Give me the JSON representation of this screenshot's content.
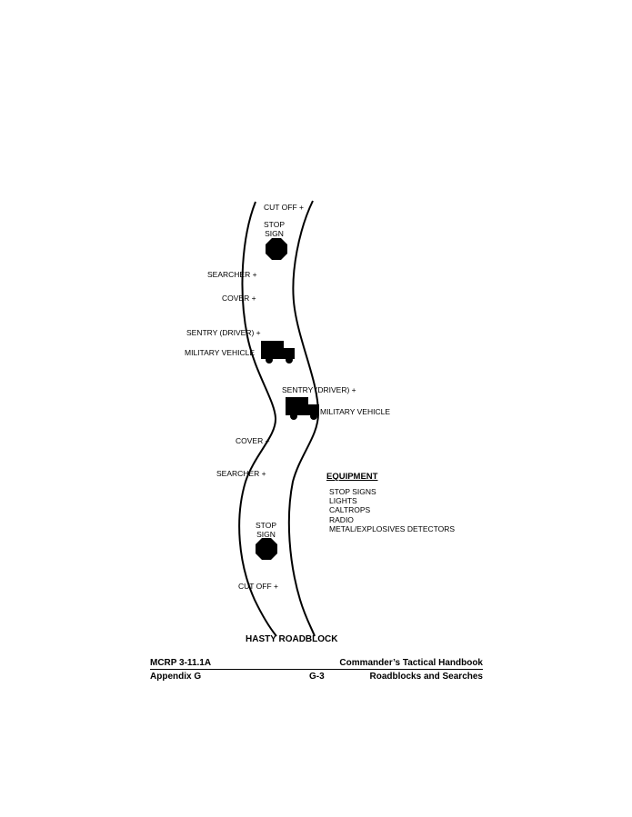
{
  "diagram": {
    "title": "HASTY ROADBLOCK",
    "labels": {
      "cut_off_top": "CUT OFF +",
      "stop_sign_top": "STOP\nSIGN",
      "searcher_top": "SEARCHER +",
      "cover_top": "COVER +",
      "sentry_top": "SENTRY (DRIVER) +",
      "vehicle_top": "MILITARY VEHICLE",
      "sentry_bottom": "SENTRY (DRIVER) +",
      "vehicle_bottom": "MILITARY VEHICLE",
      "cover_bottom": "COVER +",
      "searcher_bottom": "SEARCHER +",
      "stop_sign_bottom": "STOP\nSIGN",
      "cut_off_bottom": "CUT OFF +"
    },
    "equipment": {
      "title": "EQUIPMENT",
      "items": [
        "STOP SIGNS",
        "LIGHTS",
        "CALTROPS",
        "RADIO",
        "METAL/EXPLOSIVES DETECTORS"
      ]
    }
  },
  "footer": {
    "publication": "MCRP 3-11.1A",
    "handbook": "Commander’s Tactical Handbook",
    "appendix": "Appendix G",
    "page": "G-3",
    "section": "Roadblocks and Searches"
  }
}
